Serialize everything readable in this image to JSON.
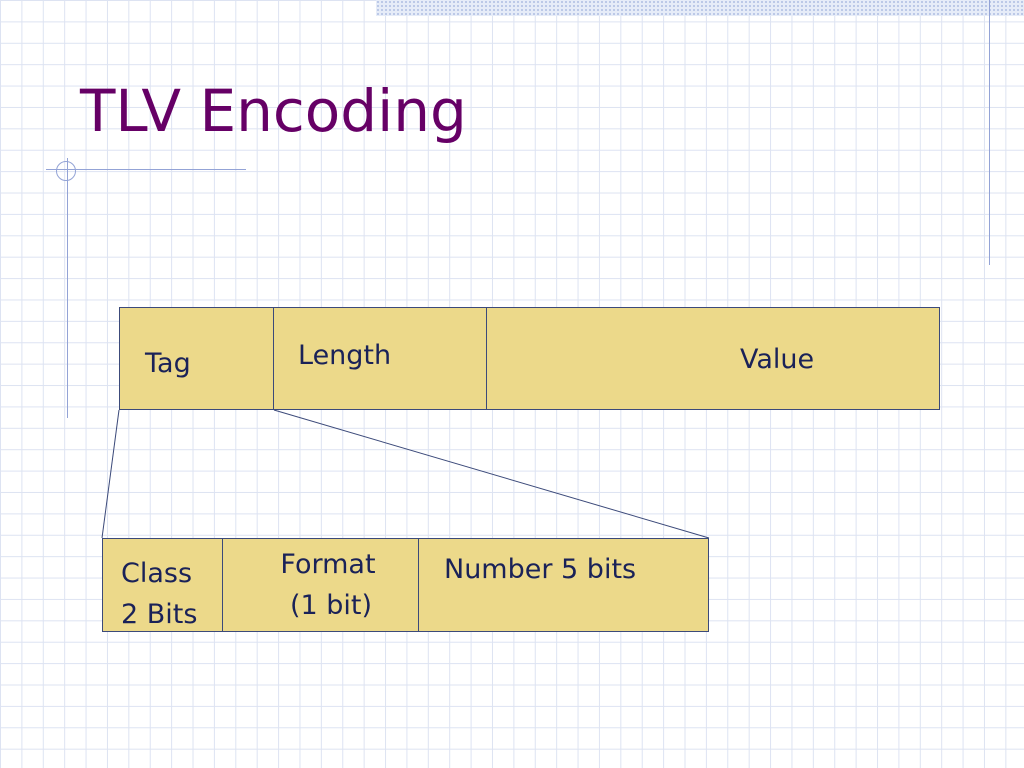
{
  "slide": {
    "title": "TLV Encoding"
  },
  "tlv_record": {
    "fields": [
      {
        "label": "Tag"
      },
      {
        "label": "Length"
      },
      {
        "label": "Value"
      }
    ]
  },
  "tag_breakdown": {
    "fields": [
      {
        "lines": [
          "Class",
          "2 Bits"
        ]
      },
      {
        "lines": [
          "Format",
          "(1 bit)"
        ]
      },
      {
        "lines": [
          "Number 5 bits"
        ]
      }
    ]
  },
  "colors": {
    "title": "#660066",
    "cell_fill": "#ecd98a",
    "cell_border": "#3c4a7a",
    "label_text": "#1a2258",
    "grid": "#dde3f2"
  }
}
